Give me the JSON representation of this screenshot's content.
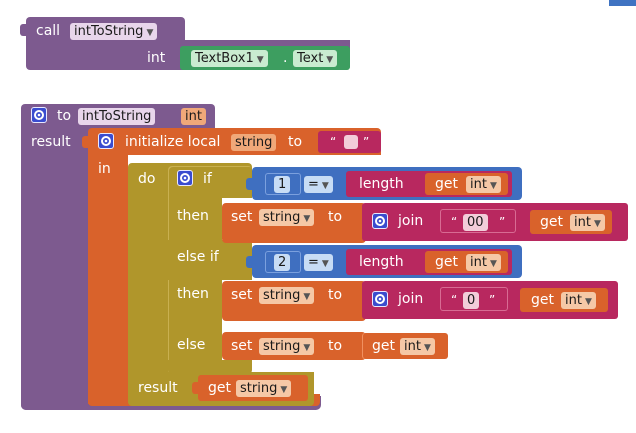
{
  "call_block": {
    "keyword": "call",
    "procedure": "intToString",
    "arg_label": "int",
    "component": "TextBox1",
    "dot": ".",
    "property": "Text"
  },
  "proc_block": {
    "keyword": "to",
    "name": "intToString",
    "param": "int",
    "result_label": "result",
    "init_label": "initialize local",
    "local_name": "string",
    "to_label": "to",
    "empty_quote_open": "“",
    "empty_quote_close": "”",
    "in_label": "in",
    "do_label": "do",
    "if_label": "if",
    "then_label": "then",
    "elseif_label": "else if",
    "else_label": "else",
    "result2_label": "result"
  },
  "cond1": {
    "number": "1",
    "op": "=",
    "length_label": "length",
    "get_label": "get",
    "var": "int"
  },
  "then1": {
    "set_label": "set",
    "var": "string",
    "to_label": "to",
    "join_label": "join",
    "text": "00",
    "get_label": "get",
    "get_var": "int"
  },
  "cond2": {
    "number": "2",
    "op": "=",
    "length_label": "length",
    "get_label": "get",
    "var": "int"
  },
  "then2": {
    "set_label": "set",
    "var": "string",
    "to_label": "to",
    "join_label": "join",
    "text": "0",
    "get_label": "get",
    "get_var": "int"
  },
  "else_set": {
    "set_label": "set",
    "var": "string",
    "to_label": "to",
    "get_label": "get",
    "get_var": "int"
  },
  "result_get": {
    "get_label": "get",
    "var": "string"
  },
  "quotes": {
    "open": "“",
    "close": "”"
  },
  "colors": {
    "procedure": "#7d5a8f",
    "variable": "#d9622b",
    "control": "#b0962b",
    "math": "#3f6fc0",
    "text": "#b8285f",
    "component": "#3d9e60"
  }
}
